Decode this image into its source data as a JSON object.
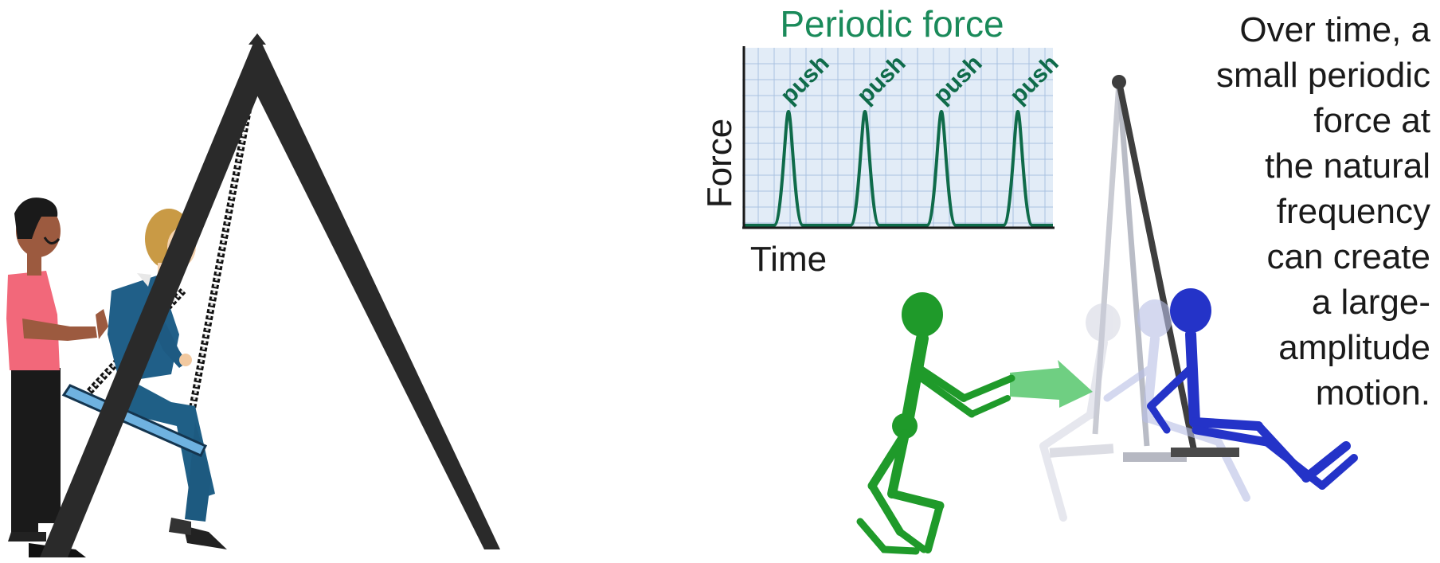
{
  "chart": {
    "title": "Periodic force",
    "ylabel": "Force",
    "xlabel": "Time",
    "pulse_labels": [
      "push",
      "push",
      "push",
      "push"
    ]
  },
  "chart_data": {
    "type": "line",
    "title": "Periodic force",
    "xlabel": "Time",
    "ylabel": "Force",
    "pulses": [
      {
        "label": "push",
        "x": 1
      },
      {
        "label": "push",
        "x": 2
      },
      {
        "label": "push",
        "x": 3
      },
      {
        "label": "push",
        "x": 4
      }
    ],
    "grid": true,
    "colors": {
      "line": "#0f6b4a",
      "title": "#1a8a5a",
      "grid_bg": "#e2ecf7",
      "grid_line": "#a9c2e0"
    }
  },
  "caption": {
    "lines": [
      "Over time, a",
      "small periodic",
      "force at",
      "the natural",
      "frequency",
      "can create",
      "a large-",
      "amplitude",
      "motion."
    ]
  },
  "colors": {
    "frame": "#2a2a2a",
    "green_figure": "#1f9a2a",
    "blue_figure": "#2433c8",
    "ghost_figure": "#b8bfe6",
    "seat": "#7fbde6"
  }
}
